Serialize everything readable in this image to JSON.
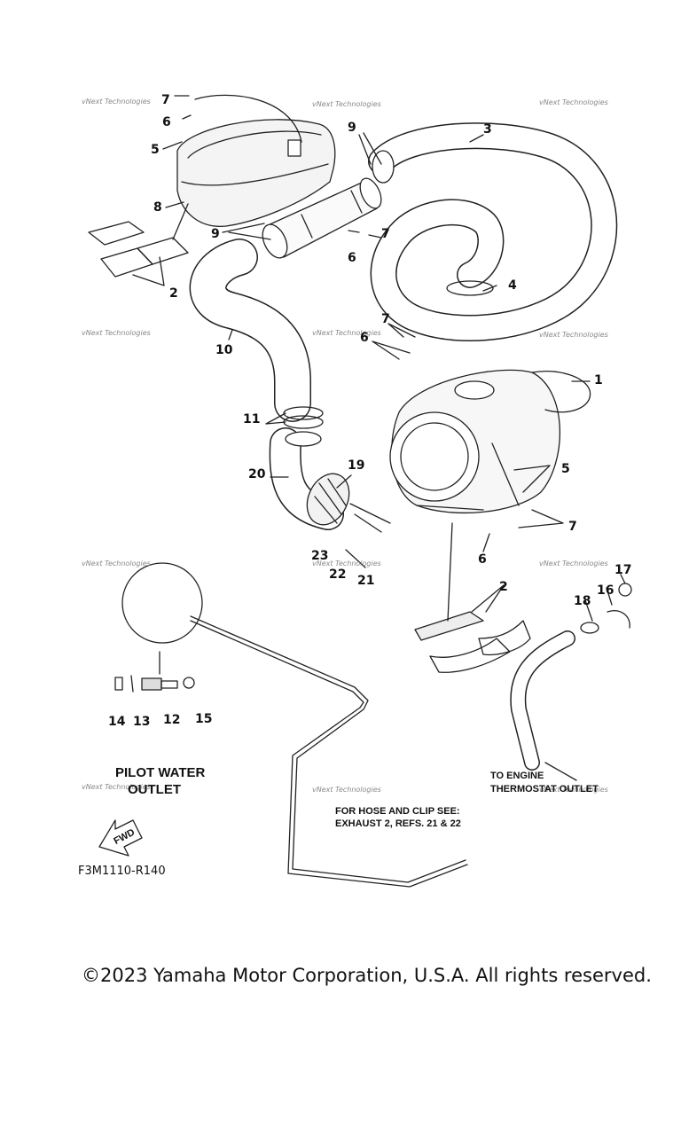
{
  "diagram": {
    "callouts": {
      "c1": "1",
      "c2a": "2",
      "c2b": "2",
      "c3": "3",
      "c4": "4",
      "c5a": "5",
      "c5b": "5",
      "c6a": "6",
      "c6b": "6",
      "c6c": "6",
      "c6d": "6",
      "c7a": "7",
      "c7b": "7",
      "c7c": "7",
      "c7d": "7",
      "c8": "8",
      "c9a": "9",
      "c9b": "9",
      "c10": "10",
      "c11": "11",
      "c12": "12",
      "c13": "13",
      "c14": "14",
      "c15": "15",
      "c16": "16",
      "c17": "17",
      "c18": "18",
      "c19": "19",
      "c20": "20",
      "c21": "21",
      "c22": "22",
      "c23": "23"
    },
    "notes": {
      "pilot_water_line1": "PILOT WATER",
      "pilot_water_line2": "OUTLET",
      "hose_clip_line1": "FOR HOSE AND CLIP SEE:",
      "hose_clip_line2": "EXHAUST 2, REFS. 21 & 22",
      "engine_line1": "TO ENGINE",
      "engine_line2": "THERMOSTAT OUTLET",
      "fwd": "FWD",
      "figure_code": "F3M1110-R140"
    },
    "watermark": "vNext Technologies"
  },
  "footer": {
    "copyright": "©2023 Yamaha Motor Corporation, U.S.A. All rights reserved."
  }
}
